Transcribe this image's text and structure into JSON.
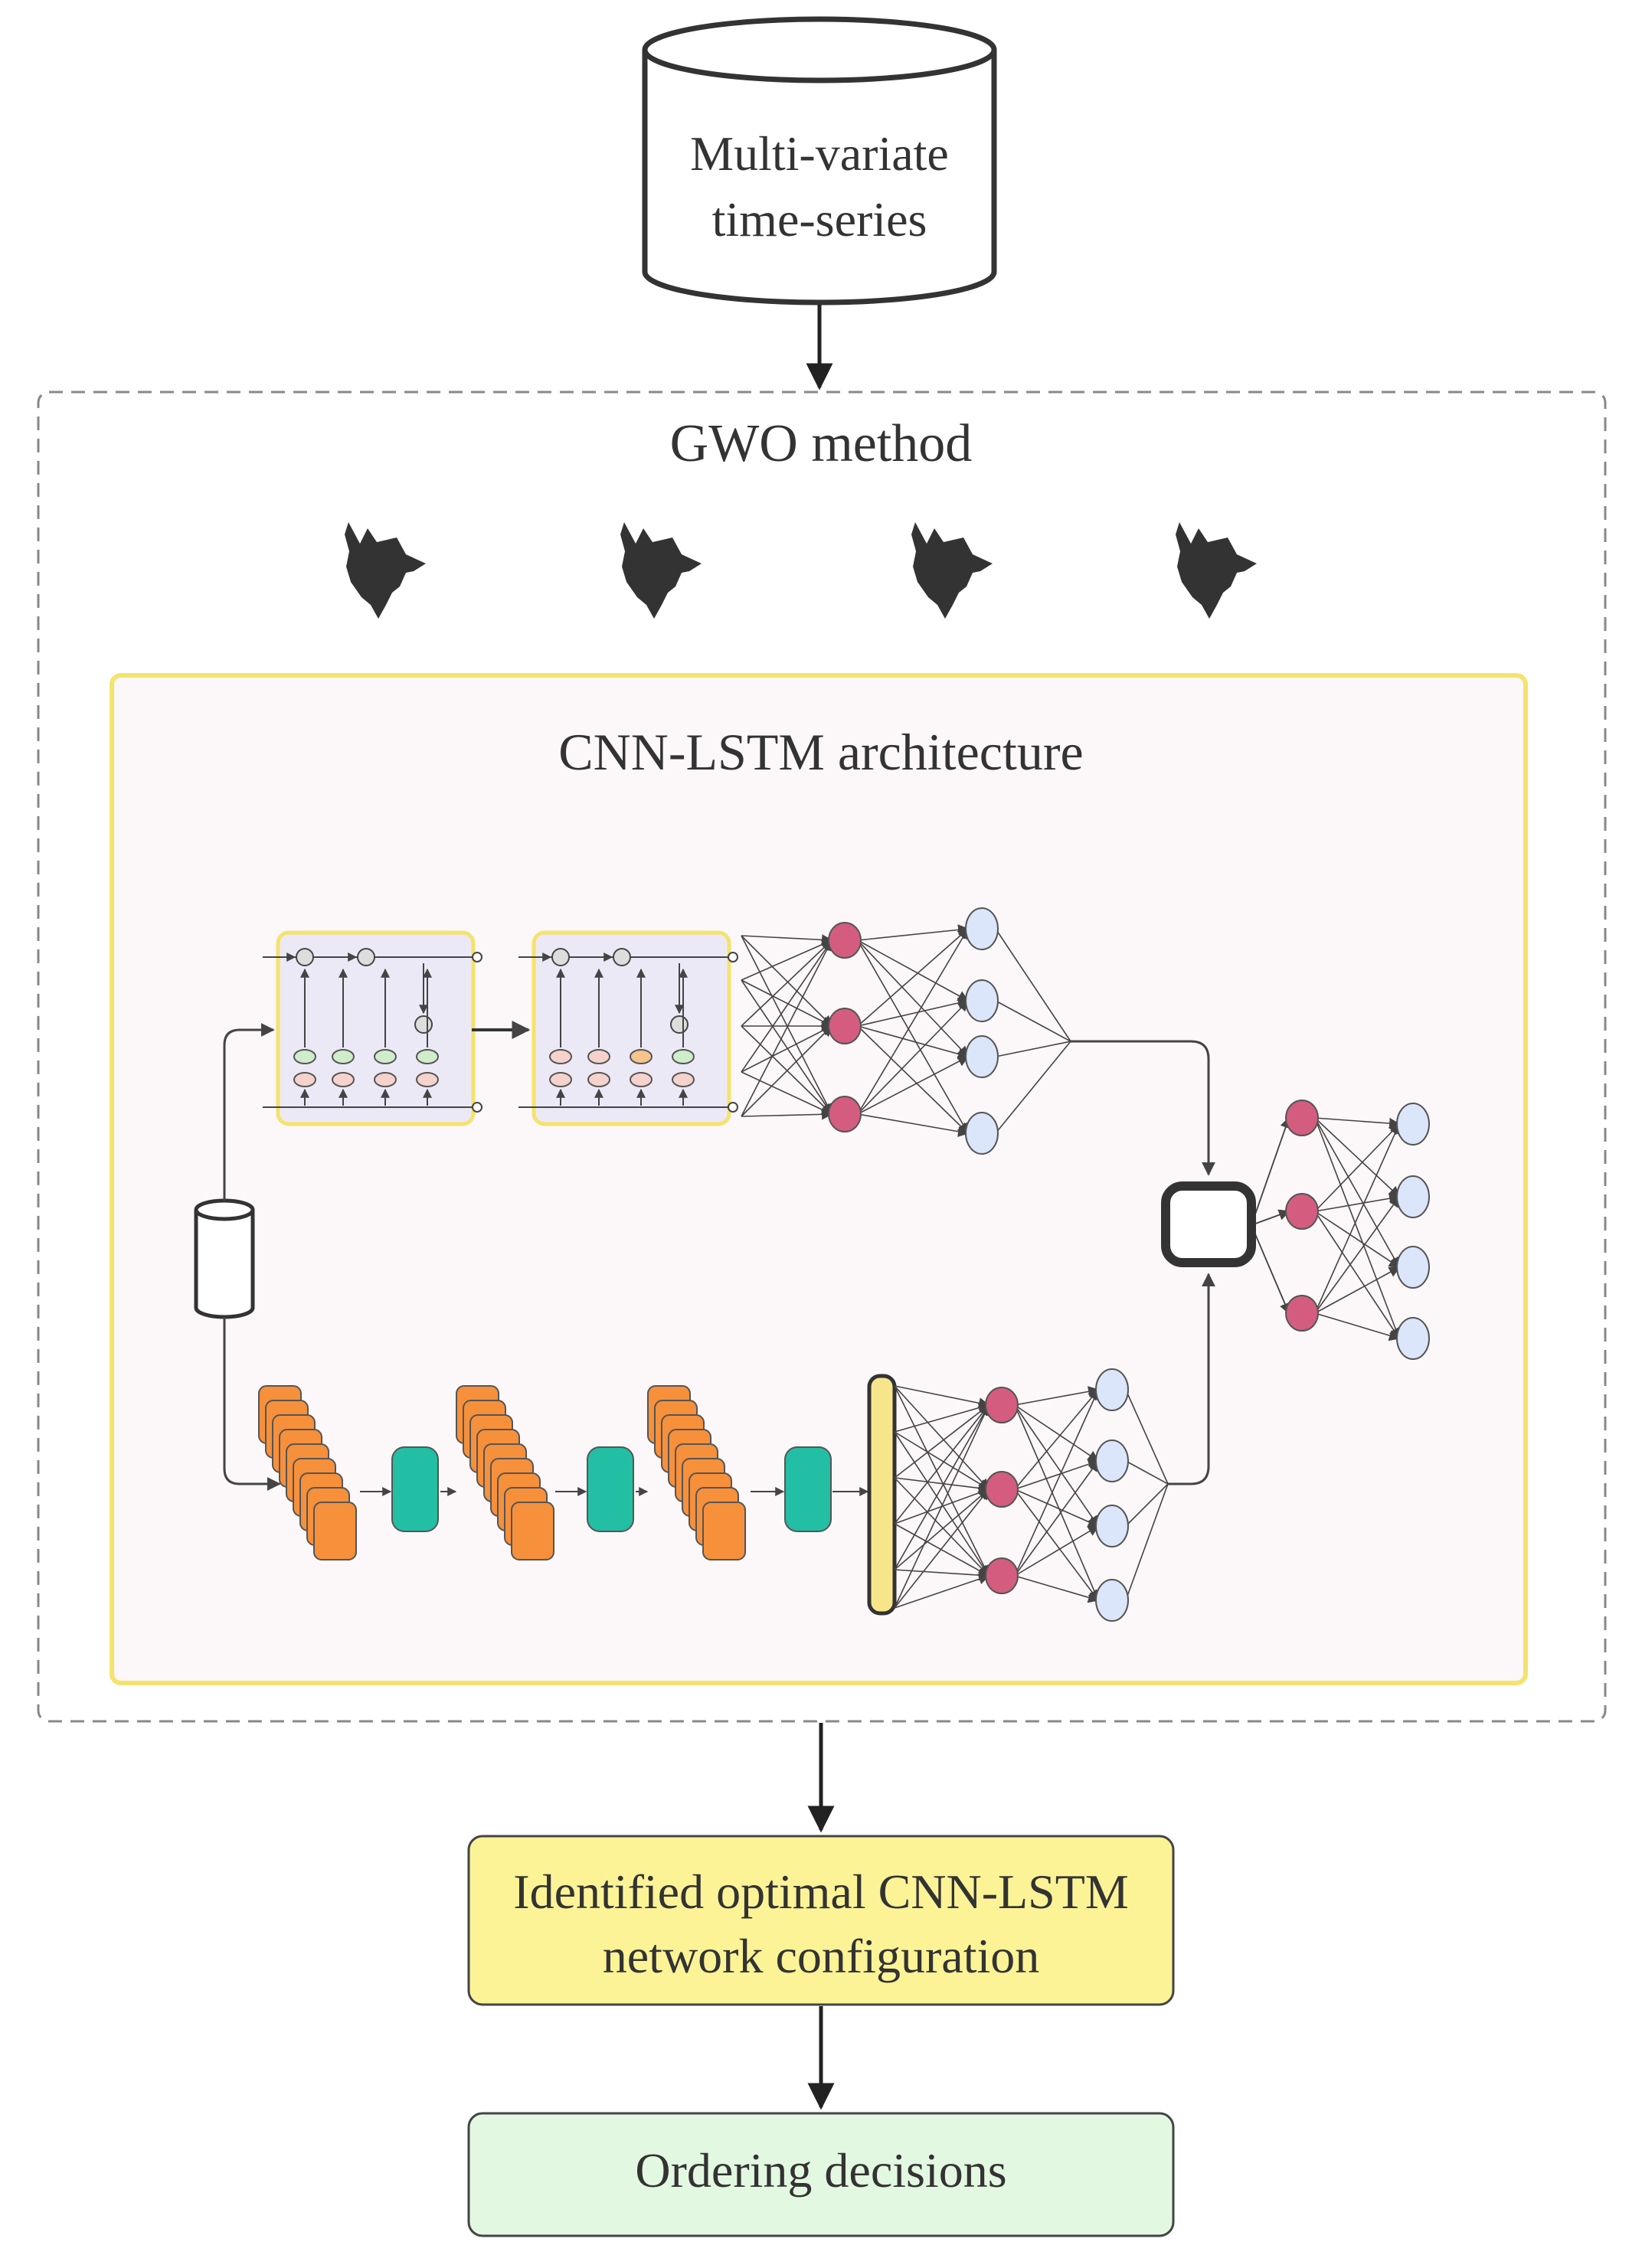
{
  "source": {
    "label_line1": "Multi-variate",
    "label_line2": "time-series"
  },
  "gwo": {
    "title": "GWO method",
    "wolf_icons": [
      "wolf-icon",
      "wolf-icon",
      "wolf-icon",
      "wolf-icon"
    ]
  },
  "cnn_lstm": {
    "title": "CNN-LSTM architecture"
  },
  "optimal": {
    "label_line1": "Identified optimal CNN-LSTM",
    "label_line2": "network configuration"
  },
  "decisions": {
    "label": "Ordering decisions"
  },
  "colors": {
    "line": "#333333",
    "gwo_border": "#888888",
    "arch_fill": "#fcf7f9",
    "arch_border": "#f4e36c",
    "lstm_cell_fill": "#ece9f6",
    "lstm_cell_border": "#f4e36c",
    "red_node": "#d45d7f",
    "blue_node": "#dbe6fb",
    "orange_map": "#f6903b",
    "teal_pool": "#22bfa4",
    "flatten": "#f7e58c",
    "optimal_fill": "#fbf396",
    "decisions_fill": "#e3f8e1",
    "gate_green": "#cfeccb",
    "gate_red": "#f6d2cc",
    "gate_orange": "#f5c58c"
  }
}
